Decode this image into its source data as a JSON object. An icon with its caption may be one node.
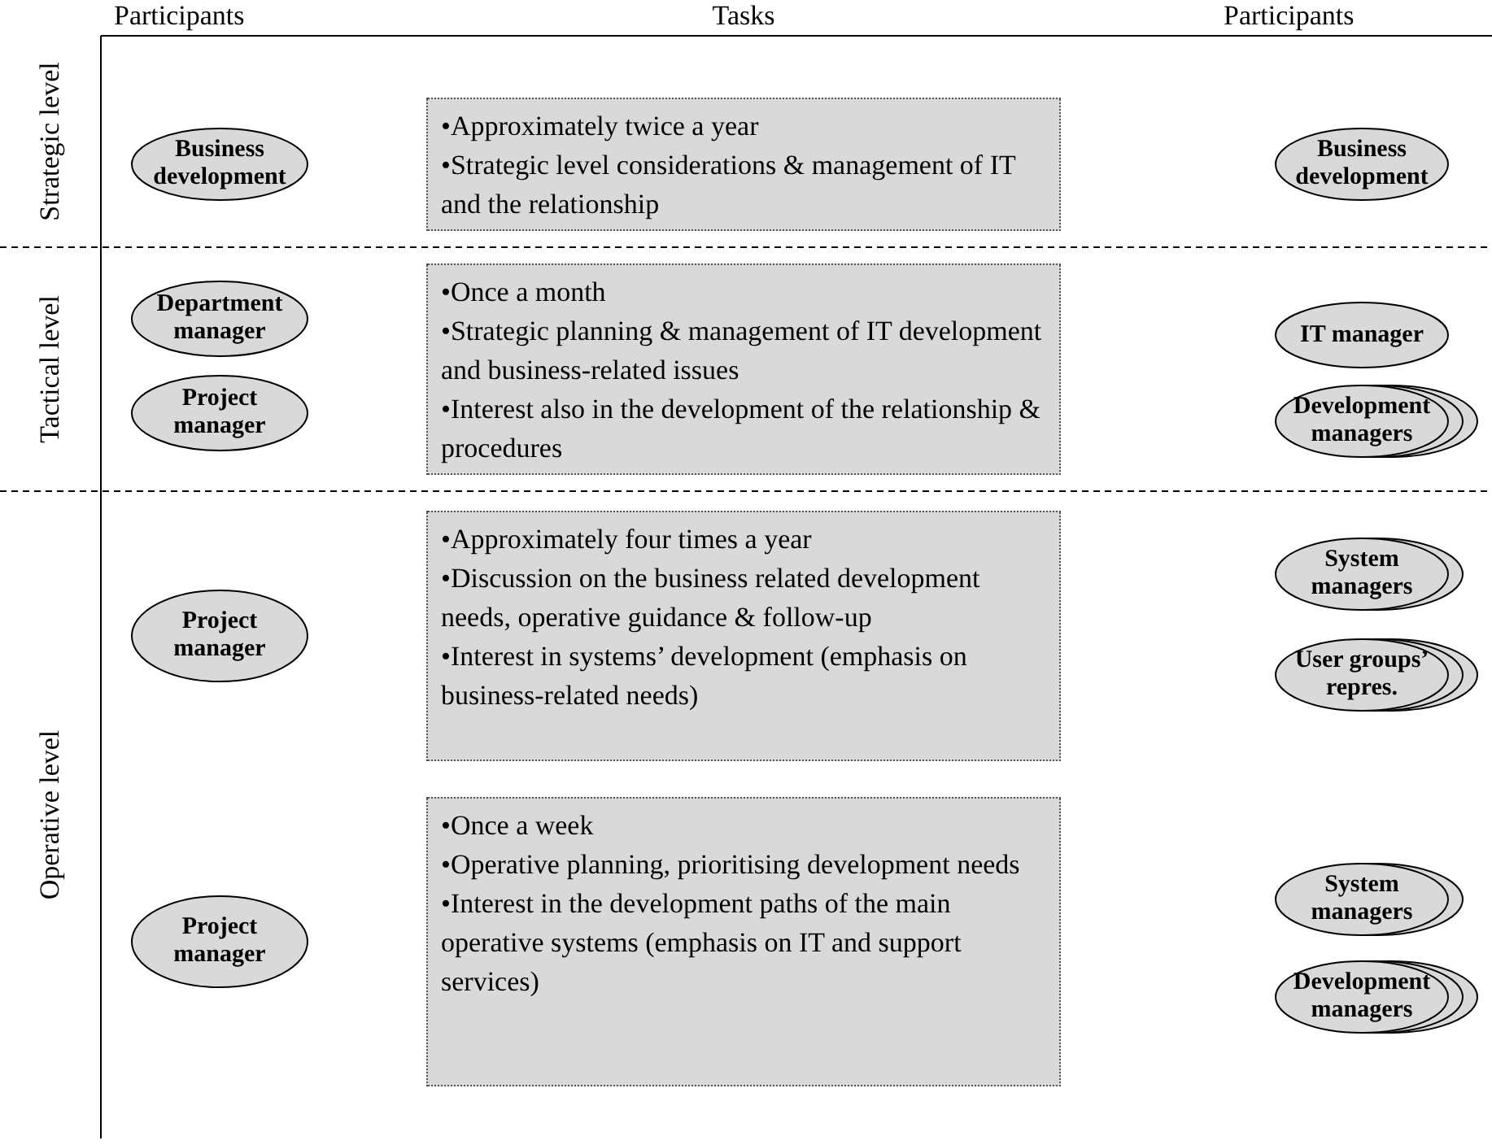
{
  "diagram": {
    "nodes": [
      {
        "text": [
          "Business development"
        ]
      },
      {
        "text": [
          "•Approximately twice a year",
          "•Strategic level considerations & management of IT and the relationship"
        ]
      },
      {
        "text": [
          "Business development"
        ]
      },
      {
        "text": [
          "Department manager"
        ]
      },
      {
        "text": [
          "•Once a month",
          "•Strategic planning & management of IT development and business-related issues",
          "•Interest also in the development of the relationship & procedures"
        ]
      },
      {
        "text": [
          "IT manager"
        ]
      },
      {
        "text": [
          "Project manager"
        ]
      },
      {
        "text": [
          "Development managers"
        ]
      },
      {
        "text": [
          "Project manager"
        ]
      },
      {
        "text": [
          "•Approximately four times a year",
          "•Discussion on the business related development needs, operative guidance & follow-up",
          "•Interest in systems’ development (emphasis on business-related needs)"
        ]
      },
      {
        "text": [
          "System managers"
        ]
      },
      {
        "text": [
          "User groups’ repres."
        ]
      },
      {
        "text": [
          "Project manager"
        ]
      },
      {
        "text": [
          "•Once a week",
          "•Operative planning, prioritising development needs",
          "•Interest in the development paths of the main operative systems (emphasis on IT and support services)"
        ]
      },
      {
        "text": [
          "System managers"
        ]
      },
      {
        "text": [
          "Development managers"
        ]
      }
    ],
    "labels": [
      "Participants",
      "Tasks",
      "Participants",
      "Strategic level",
      "Tactical level",
      "Operative level"
    ]
  }
}
